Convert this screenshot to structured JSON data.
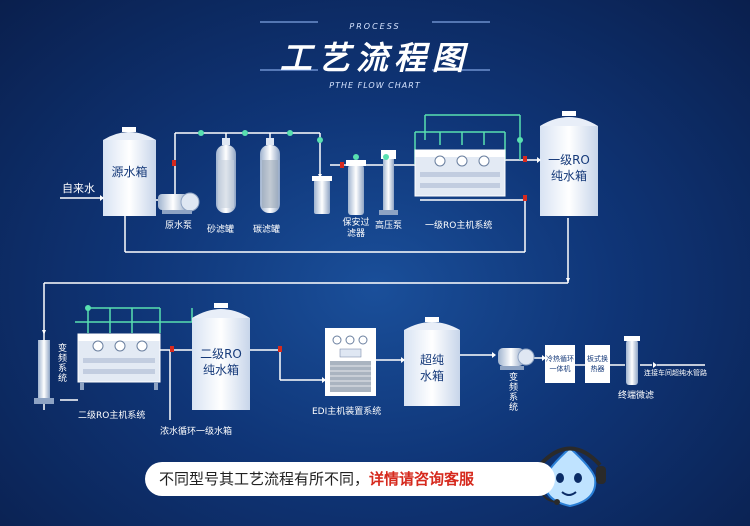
{
  "header": {
    "eyebrow": "PROCESS",
    "title": "工艺流程图",
    "subtitle": "PTHE FLOW CHART"
  },
  "labels": {
    "tap_water": "自来水",
    "raw_tank": "源水箱",
    "raw_pump": "原水泵",
    "sand_filter": "砂滤罐",
    "carbon_filter": "碳滤罐",
    "security_filter": "保安过滤器",
    "hp_pump": "高压泵",
    "ro1_host": "一级RO主机系统",
    "ro1_tank": "一级RO纯水箱",
    "vfd_1": "变频系统",
    "ro2_host": "二级RO主机系统",
    "ro2_tank": "二级RO纯水箱",
    "concentrate": "浓水循环一级水箱",
    "edi": "EDI主机装置系统",
    "ultra_tank": "超纯水箱",
    "vfd_2": "变频系统",
    "chiller": "冷热循环一体机",
    "plate_hx": "板式换热器",
    "terminal_filter": "终端微滤",
    "pipeline": "连接车间超纯水管路"
  },
  "notice": {
    "text_normal": "不同型号其工艺流程有所不同，",
    "text_highlight": "详情请咨询客服"
  },
  "colors": {
    "pipe": "#ffffff",
    "pipe_green": "#58e0b0",
    "highlight": "#d62a1e"
  }
}
